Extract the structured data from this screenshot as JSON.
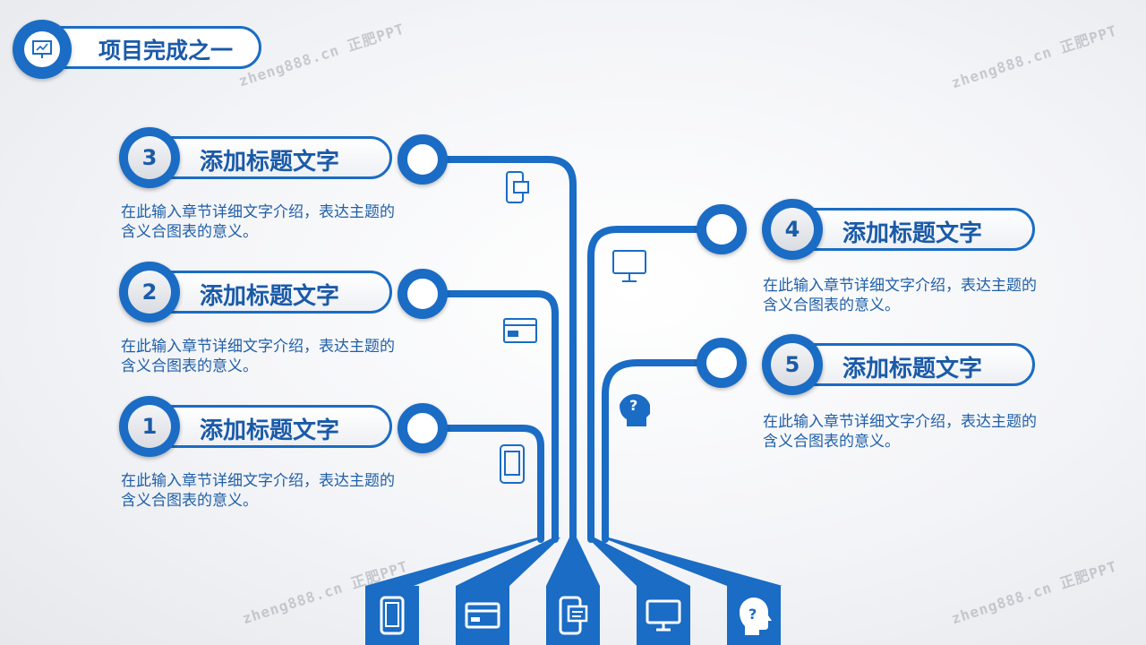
{
  "header": {
    "title": "项目完成之一",
    "icon": "presentation-board-icon"
  },
  "items": [
    {
      "number": "1",
      "title": "添加标题文字",
      "desc": "在此输入章节详细文字介绍，表达主题的含义合图表的意义。",
      "icon": "smartphone-icon"
    },
    {
      "number": "2",
      "title": "添加标题文字",
      "desc": "在此输入章节详细文字介绍，表达主题的含义合图表的意义。",
      "icon": "credit-card-icon"
    },
    {
      "number": "3",
      "title": "添加标题文字",
      "desc": "在此输入章节详细文字介绍，表达主题的含义合图表的意义。",
      "icon": "mobile-chat-icon"
    },
    {
      "number": "4",
      "title": "添加标题文字",
      "desc": "在此输入章节详细文字介绍，表达主题的含义合图表的意义。",
      "icon": "monitor-icon"
    },
    {
      "number": "5",
      "title": "添加标题文字",
      "desc": "在此输入章节详细文字介绍，表达主题的含义合图表的意义。",
      "icon": "head-question-icon"
    }
  ],
  "watermark": "zheng888.cn 正肥PPT",
  "colors": {
    "accent": "#1a6cc4",
    "text": "#1a5aa8"
  }
}
